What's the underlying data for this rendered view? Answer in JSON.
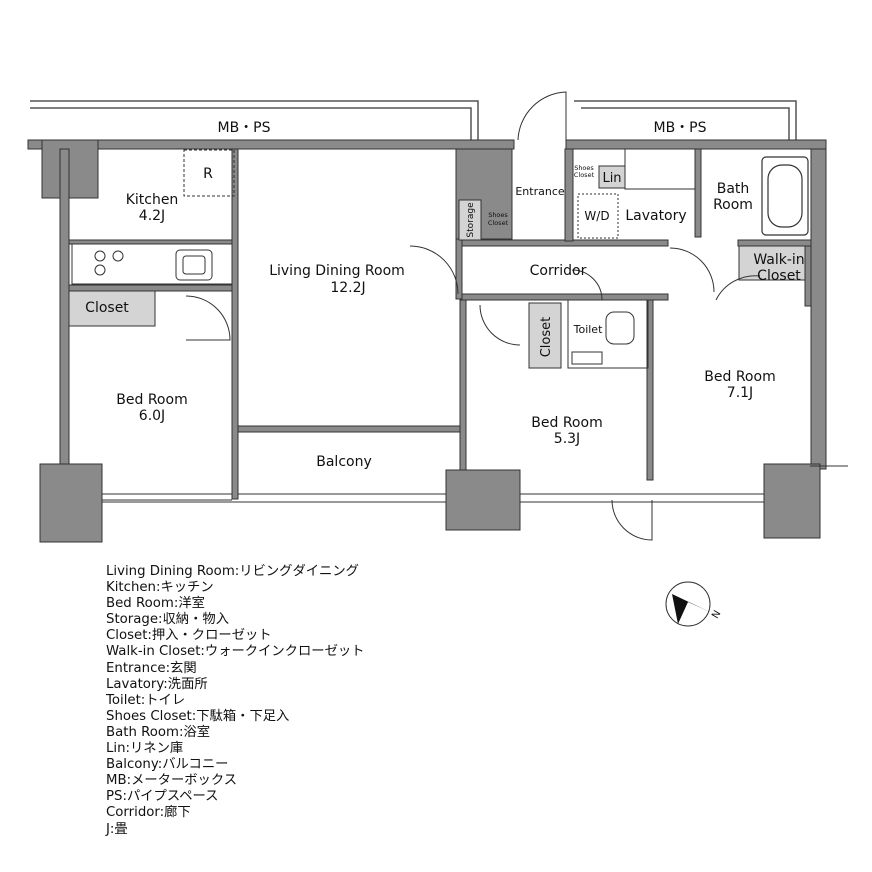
{
  "rooms": {
    "mbps_left": "MB・PS",
    "mbps_right": "MB・PS",
    "kitchen": "Kitchen",
    "kitchen_size": "4.2J",
    "r": "R",
    "ldr": "Living Dining Room",
    "ldr_size": "12.2J",
    "closet_left": "Closet",
    "bed1": "Bed Room",
    "bed1_size": "6.0J",
    "balcony": "Balcony",
    "storage": "Storage",
    "shoes_closet_1a": "Shoes",
    "shoes_closet_1b": "Closet",
    "shoes_closet_2a": "Shoes",
    "shoes_closet_2b": "Closet",
    "entrance": "Entrance",
    "lin": "Lin",
    "wd": "W/D",
    "lavatory": "Lavatory",
    "bath_a": "Bath",
    "bath_b": "Room",
    "corridor": "Corridor",
    "walkin_a": "Walk-in",
    "walkin_b": "Closet",
    "closet_mid": "Closet",
    "toilet": "Toilet",
    "bed2": "Bed Room",
    "bed2_size": "5.3J",
    "bed3": "Bed Room",
    "bed3_size": "7.1J"
  },
  "compass": {
    "label": "N"
  },
  "legend": [
    "Living Dining Room:リビングダイニング",
    "Kitchen:キッチン",
    "Bed Room:洋室",
    "Storage:収納・物入",
    "Closet:押入・クローゼット",
    "Walk-in Closet:ウォークインクローゼット",
    "Entrance:玄関",
    "Lavatory:洗面所",
    "Toilet:トイレ",
    "Shoes Closet:下駄箱・下足入",
    "Bath Room:浴室",
    "Lin:リネン庫",
    "Balcony:バルコニー",
    "MB:メーターボックス",
    "PS:パイプスペース",
    "Corridor:廊下",
    "J:畳"
  ]
}
